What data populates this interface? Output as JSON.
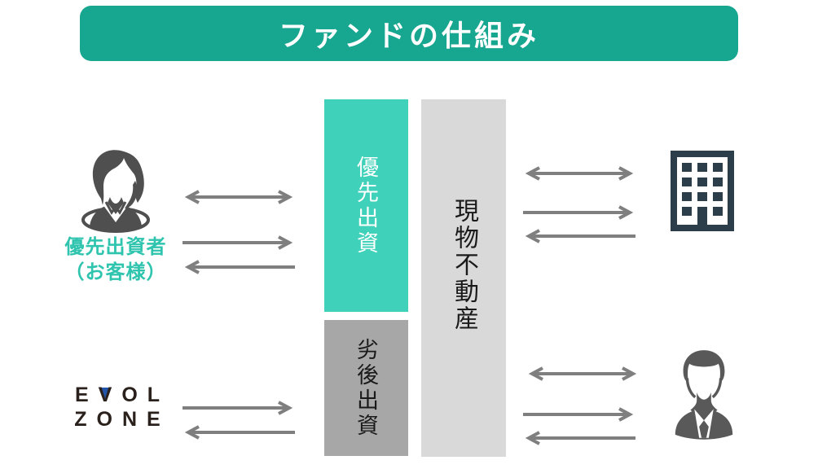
{
  "title": "ファンドの仕組み",
  "investor": {
    "icon": "female-investor-icon",
    "label_line1": "優先出資者",
    "label_line2": "（お客様）"
  },
  "operator_logo": {
    "e": "E",
    "v": "V",
    "ol": "OL",
    "line2": "ZONE"
  },
  "columns": {
    "priority": {
      "label": "優先出資"
    },
    "subordinated": {
      "label": "劣後出資"
    },
    "property": {
      "label": "現物不動産"
    }
  },
  "icons": {
    "investor": "female-investor-icon",
    "building": "building-icon",
    "operator": "businessman-icon"
  },
  "colors": {
    "title_bg": "#17A68F",
    "title_text": "#FFFFFF",
    "priority_bg": "#3FD1B9",
    "priority_text": "#FFFFFF",
    "subordinated_bg": "#A7A7A7",
    "property_bg": "#D9D9D9",
    "column_text_dark": "#1A1A1A",
    "investor_label": "#2EC4AE",
    "arrow": "#7F7F7F",
    "woman_icon": "#4F4F4F",
    "businessman_icon": "#595959",
    "building_icon": "#2C3E4A",
    "logo_dark": "#2B211C",
    "logo_blue": "#2356A8"
  }
}
